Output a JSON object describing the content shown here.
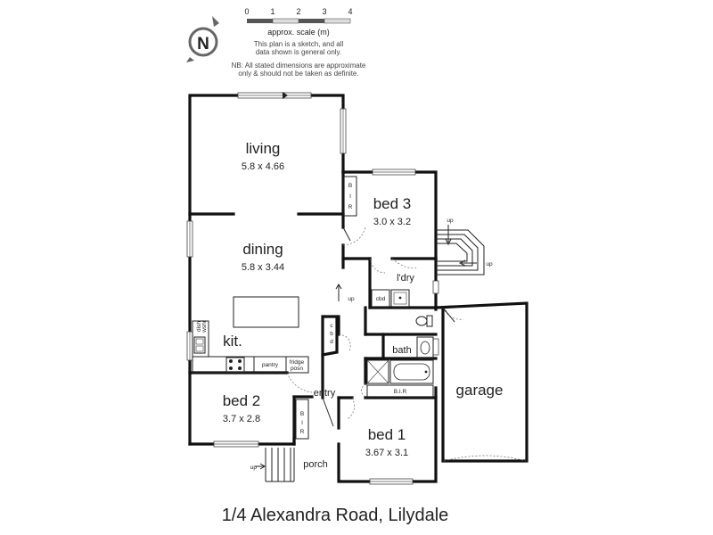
{
  "header": {
    "scale": {
      "ticks": [
        "0",
        "1",
        "2",
        "3",
        "4"
      ],
      "label": "approx. scale (m)"
    },
    "compass_letter": "N",
    "disclaimer_lines": [
      "This plan is a sketch, and all",
      "data shown is general only."
    ],
    "note_lines": [
      "NB: All stated dimensions are approximate",
      "only & should not be taken as definite."
    ]
  },
  "rooms": {
    "living": {
      "name": "living",
      "dims": "5.8 x 4.66"
    },
    "dining": {
      "name": "dining",
      "dims": "5.8 x 3.44"
    },
    "bed3": {
      "name": "bed 3",
      "dims": "3.0 x 3.2"
    },
    "laundry": {
      "name": "l'dry"
    },
    "kitchen": {
      "name": "kit."
    },
    "bath": {
      "name": "bath"
    },
    "garage": {
      "name": "garage"
    },
    "bed2": {
      "name": "bed 2",
      "dims": "3.7 x 2.8"
    },
    "entry": {
      "name": "entry"
    },
    "bed1": {
      "name": "bed 1",
      "dims": "3.67 x 3.1"
    },
    "porch": {
      "name": "porch"
    }
  },
  "labels": {
    "up": "up",
    "cbd_laundry": "cbd",
    "cbd_hall": [
      "c",
      "b",
      "d"
    ],
    "bir_bed3": [
      "B",
      "I",
      "R"
    ],
    "bir_bed2": [
      "B",
      "I",
      "R"
    ],
    "bir_bed1": "B.I.R",
    "pantry": "pantry",
    "fridge": [
      "fridge",
      "posn"
    ],
    "dish": [
      "dish",
      "wshr"
    ]
  },
  "footer": {
    "address": "1/4 Alexandra Road, Lilydale"
  }
}
